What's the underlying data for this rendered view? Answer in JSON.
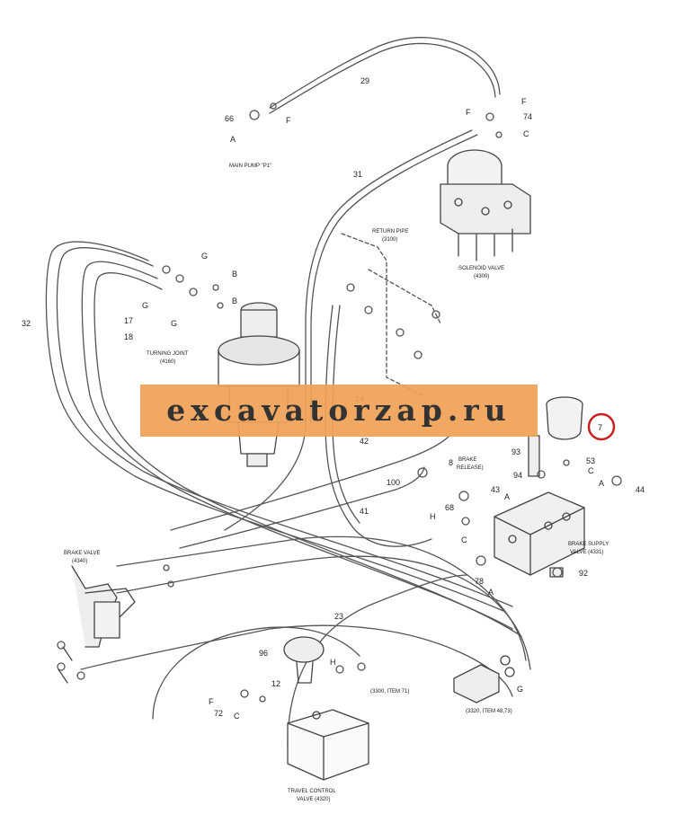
{
  "watermark": "excavatorzap.ru",
  "highlight_color": "#cc1f1f",
  "banner_color": "#f0a156",
  "components": {
    "main_pump": "MAIN PUMP \"P1\"",
    "return_pipe_1": "RETURN PIPE",
    "return_pipe_2": "(3100)",
    "solenoid_valve_1": "SOLENOID VALVE",
    "solenoid_valve_2": "(4300)",
    "turning_joint_1": "TURNING JOINT",
    "turning_joint_2": "(4160)",
    "brake_valve_1": "BRAKE VALVE",
    "brake_valve_2": "(4340)",
    "brake_supply_1": "BRAKE SUPPLY",
    "brake_supply_2": "VALVE (4331)",
    "brake_release_1": "BRAKE",
    "brake_release_2": "RELEASE)",
    "travel_control_1": "TRAVEL CONTROL",
    "travel_control_2": "VALVE (4320)",
    "ref_3300": "(3300, ITEM 71)",
    "ref_3320": "(3320, ITEM 48,73)"
  },
  "callouts": {
    "n29": "29",
    "n66": "66",
    "f1": "F",
    "a1": "A",
    "f2": "F",
    "f3": "F",
    "n74": "74",
    "c1": "C",
    "n31": "31",
    "n32": "32",
    "n17": "17",
    "n18": "18",
    "g1": "G",
    "g2": "G",
    "g3": "G",
    "b1": "B",
    "b2": "B",
    "n24": "24",
    "n42": "42",
    "n41": "41",
    "n100": "100",
    "n7": "7",
    "n93": "93",
    "n53": "53",
    "c2": "C",
    "n94": "94",
    "n44": "44",
    "a2": "A",
    "n8": "8",
    "n43": "43",
    "a3": "A",
    "n68": "68",
    "h1": "H",
    "c3": "C",
    "n78": "78",
    "a4": "A",
    "n92": "92",
    "n23": "23",
    "n96": "96",
    "n12": "12",
    "h2": "H",
    "f4": "F",
    "n72": "72",
    "c4": "C",
    "g4": "G"
  }
}
